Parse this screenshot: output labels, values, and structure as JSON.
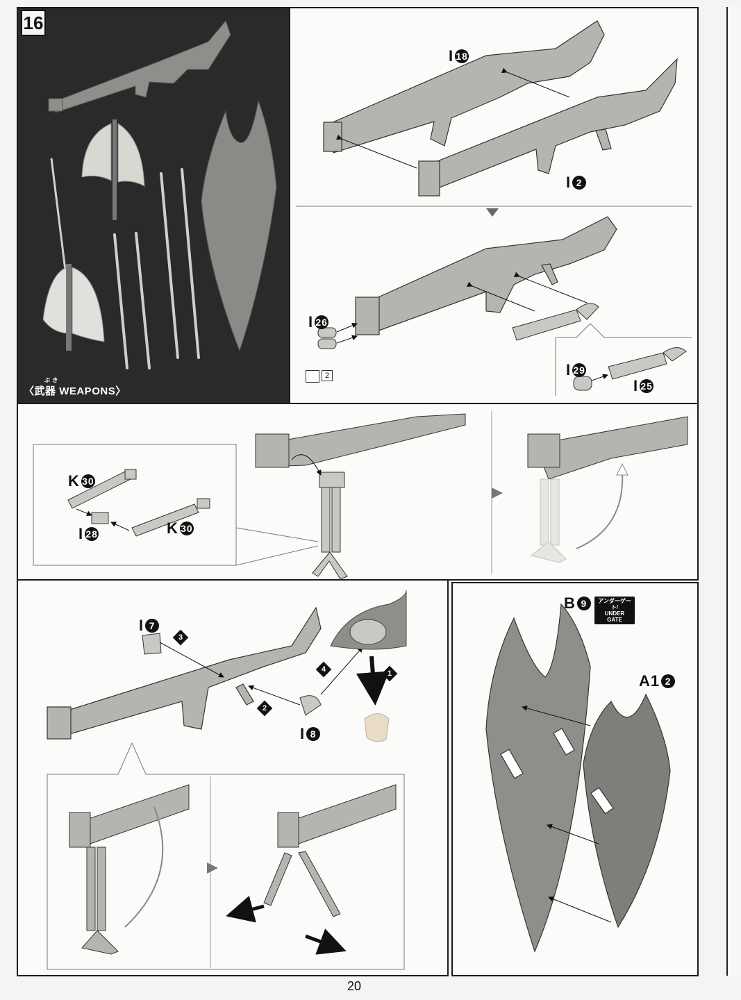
{
  "step": {
    "number": "16"
  },
  "weapons_caption": {
    "ruby": "ぶ き",
    "jp": "〈武器",
    "en": "WEAPONS〉"
  },
  "parts": {
    "i18": {
      "letter": "I",
      "num": "18"
    },
    "i2": {
      "letter": "I",
      "num": "2"
    },
    "i26": {
      "letter": "I",
      "num": "26"
    },
    "i29": {
      "letter": "I",
      "num": "29"
    },
    "i25": {
      "letter": "I",
      "num": "25"
    },
    "k30a": {
      "letter": "K",
      "num": "30"
    },
    "k30b": {
      "letter": "K",
      "num": "30"
    },
    "i28": {
      "letter": "I",
      "num": "28"
    },
    "i7": {
      "letter": "I",
      "num": "7"
    },
    "i8": {
      "letter": "I",
      "num": "8"
    },
    "b9": {
      "letter": "B",
      "num": "9"
    },
    "a12": {
      "letter": "A1",
      "num": "2"
    }
  },
  "order_markers": [
    "1",
    "2",
    "3",
    "4"
  ],
  "under_gate": {
    "jp": "アンダーゲート/",
    "en": "UNDER GATE"
  },
  "tool_count": "2",
  "page_number": "20"
}
